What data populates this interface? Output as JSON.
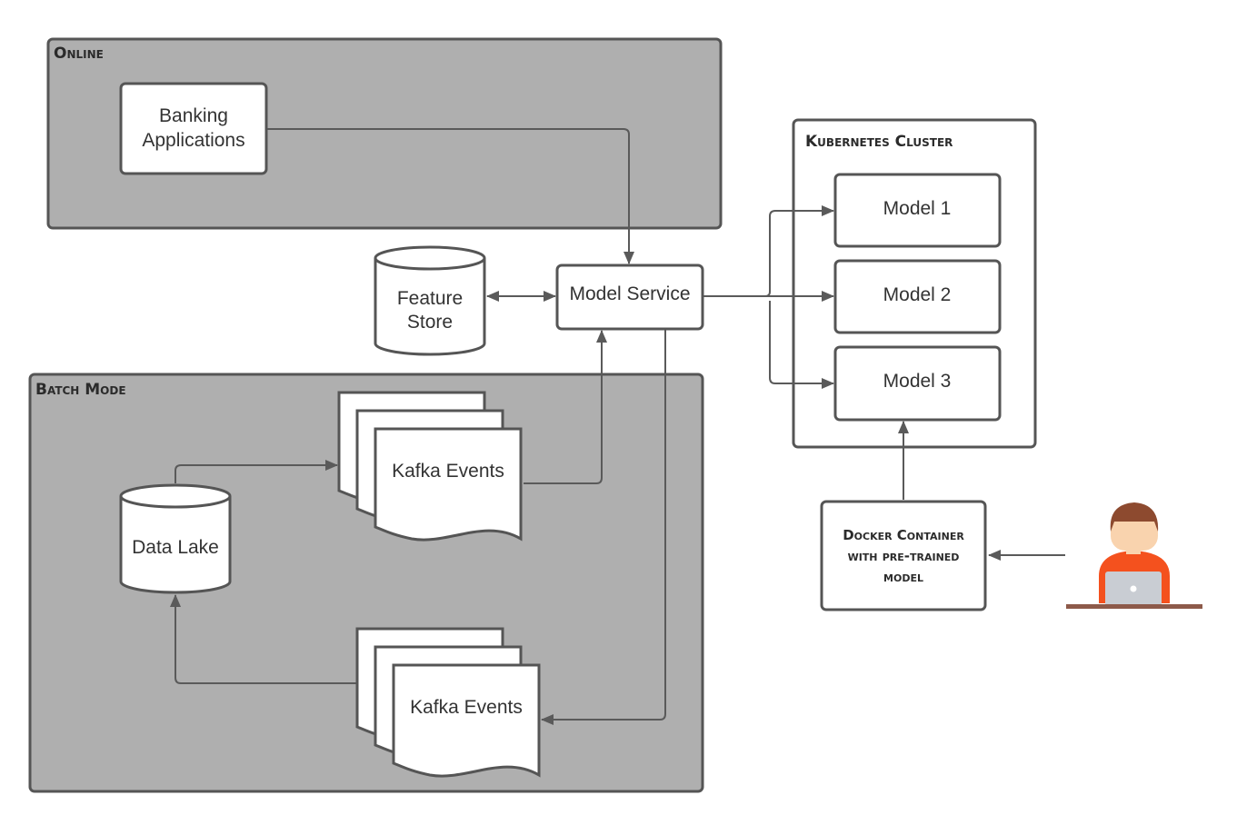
{
  "groups": {
    "online": "Online",
    "batch": "Batch Mode",
    "cluster": "Kubernetes Cluster"
  },
  "nodes": {
    "banking_line1": "Banking",
    "banking_line2": "Applications",
    "feature_line1": "Feature",
    "feature_line2": "Store",
    "model_service": "Model Service",
    "model1": "Model 1",
    "model2": "Model 2",
    "model3": "Model 3",
    "kafka_top": "Kafka Events",
    "kafka_bottom": "Kafka Events",
    "data_lake": "Data Lake",
    "docker_line1": "Docker Container",
    "docker_line2": "with pre-trained",
    "docker_line3": "model"
  },
  "icons": {
    "user": "developer-at-laptop-icon"
  },
  "colors": {
    "group_fill": "#afafaf",
    "border": "#555555",
    "shirt": "#f4511e",
    "skin": "#f9d3ae",
    "hair": "#8d4a2f",
    "laptop": "#c9cdd3",
    "desk": "#8d5a4a"
  }
}
